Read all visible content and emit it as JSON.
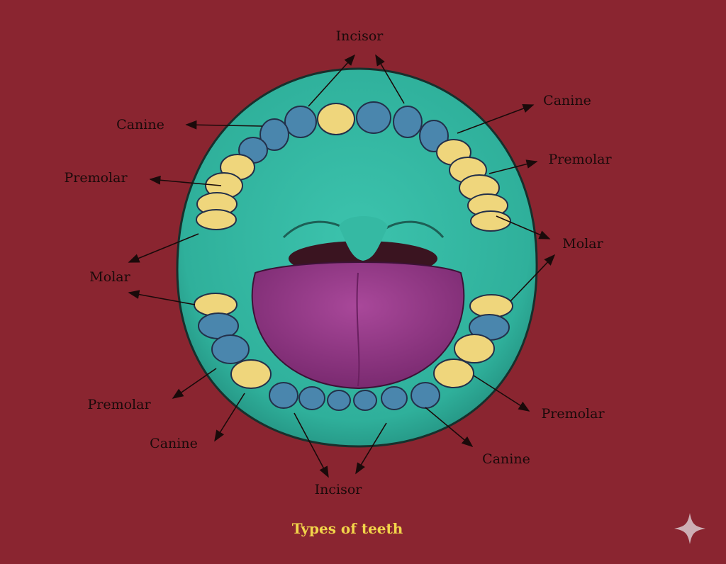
{
  "labels": {
    "incisor_top": "Incisor",
    "canine_upper_left": "Canine",
    "canine_upper_right": "Canine",
    "premolar_upper_left": "Premolar",
    "premolar_upper_right": "Premolar",
    "molar_left": "Molar",
    "molar_right": "Molar",
    "premolar_lower_left": "Premolar",
    "premolar_lower_right": "Premolar",
    "canine_lower_left": "Canine",
    "canine_lower_right": "Canine",
    "incisor_bottom": "Incisor"
  },
  "caption": "Types of teeth",
  "colors": {
    "background": "#8a2530",
    "mouth": "#35b9a3",
    "tongue": "#9a3d8c",
    "yellow_tooth": "#efd67c",
    "blue_tooth": "#4a86ad",
    "caption": "#f2d54a"
  }
}
